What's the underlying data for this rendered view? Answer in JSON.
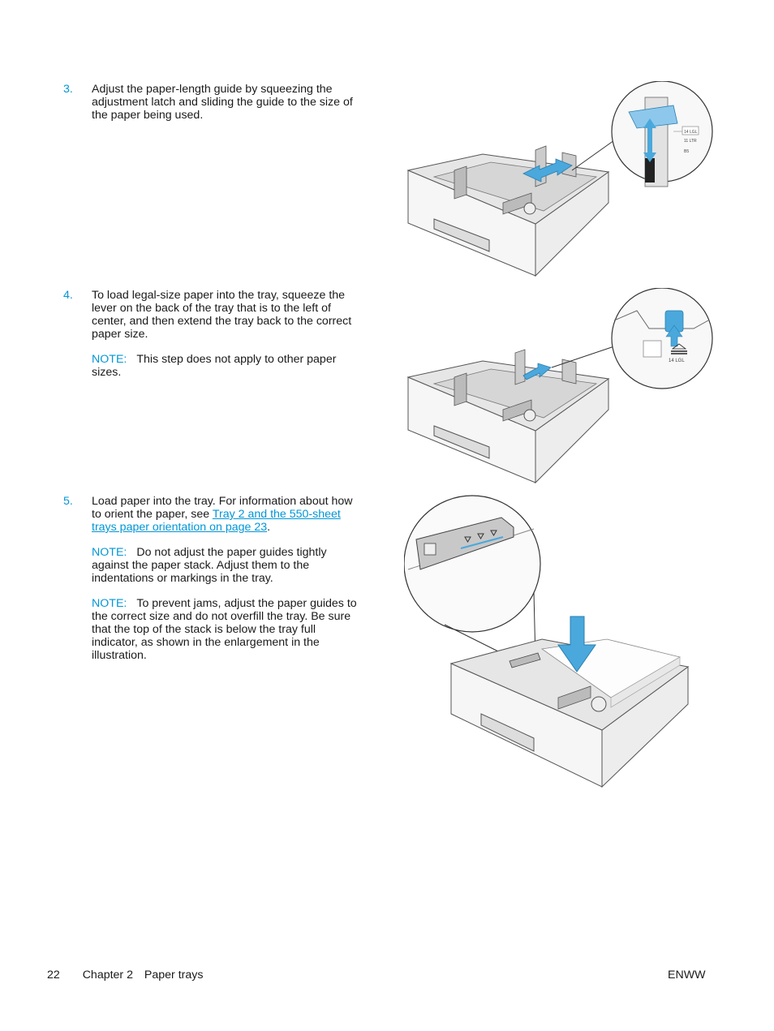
{
  "steps": [
    {
      "number": "3.",
      "text": "Adjust the paper-length guide by squeezing the adjustment latch and sliding the guide to the size of the paper being used."
    },
    {
      "number": "4.",
      "text": "To load legal-size paper into the tray, squeeze the lever on the back of the tray that is to the left of center, and then extend the tray back to the correct paper size.",
      "note_label": "NOTE:",
      "note_text": "This step does not apply to other paper sizes."
    },
    {
      "number": "5.",
      "text_before": "Load paper into the tray. For information about how to orient the paper, see ",
      "link_text": "Tray 2 and the 550-sheet trays paper orientation on page 23",
      "text_after": ".",
      "notes": [
        {
          "label": "NOTE:",
          "text": "Do not adjust the paper guides tightly against the paper stack. Adjust them to the indentations or markings in the tray."
        },
        {
          "label": "NOTE:",
          "text": "To prevent jams, adjust the paper guides to the correct size and do not overfill the tray. Be sure that the top of the stack is below the tray full indicator, as shown in the enlargement in the illustration."
        }
      ]
    }
  ],
  "illustration_labels": {
    "size_14lgl": "14 LGL",
    "size_11ltr": "11 LTR",
    "size_b5": "B5"
  },
  "footer": {
    "page_number": "22",
    "chapter": "Chapter 2",
    "chapter_title": "Paper trays",
    "right": "ENWW"
  },
  "colors": {
    "accent": "#0096d6",
    "arrow_blue": "#4aa8dc",
    "text": "#1a1a1a"
  }
}
